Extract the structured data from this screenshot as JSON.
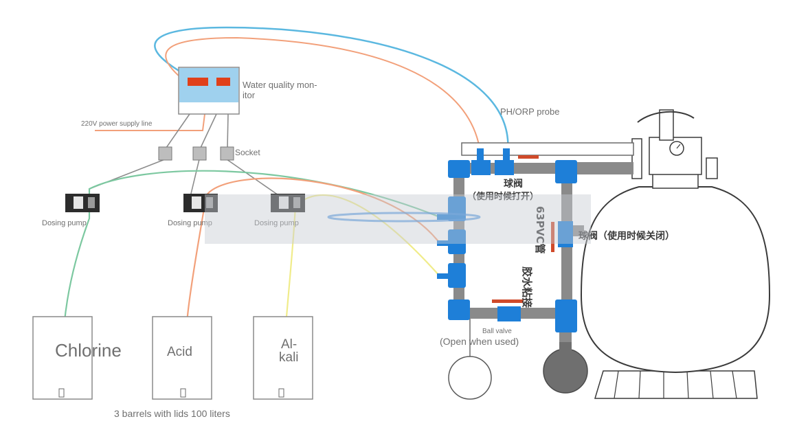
{
  "monitor": {
    "label_line1": "Water quality mon-",
    "label_line2": "itor"
  },
  "power_line": {
    "label": "220V power supply line"
  },
  "socket": {
    "label": "Socket"
  },
  "probe": {
    "label": "PH/ORP probe"
  },
  "pumps": [
    {
      "label": "Dosing pump"
    },
    {
      "label": "Dosing pump"
    },
    {
      "label": "Dosing pump"
    }
  ],
  "barrels": [
    {
      "label": "Chlorine"
    },
    {
      "label": "Acid"
    },
    {
      "label_line1": "Al-",
      "label_line2": "kali"
    }
  ],
  "barrels_caption": "3 barrels with lids 100 liters",
  "ball_valve_top": {
    "line1": "球阀",
    "line2": "（使用时候打开）"
  },
  "ball_valve_right": {
    "label": "球阀（使用时候关闭）"
  },
  "pvc_note": {
    "line1": "63PVC管",
    "line2": "胶水粘接"
  },
  "ball_valve_bottom": {
    "label": "Ball valve",
    "note": "(Open when used)"
  },
  "colors": {
    "pipe_blue": "#1e7fd8",
    "pipe_grey": "#8a8a8a",
    "cable_blue": "#5bb8e0",
    "cable_orange": "#f2a07a",
    "tube_green": "#7cc8a0",
    "tube_yellow": "#f0ec8a",
    "display_red": "#e0401a",
    "valve_red": "#d04a2a"
  }
}
